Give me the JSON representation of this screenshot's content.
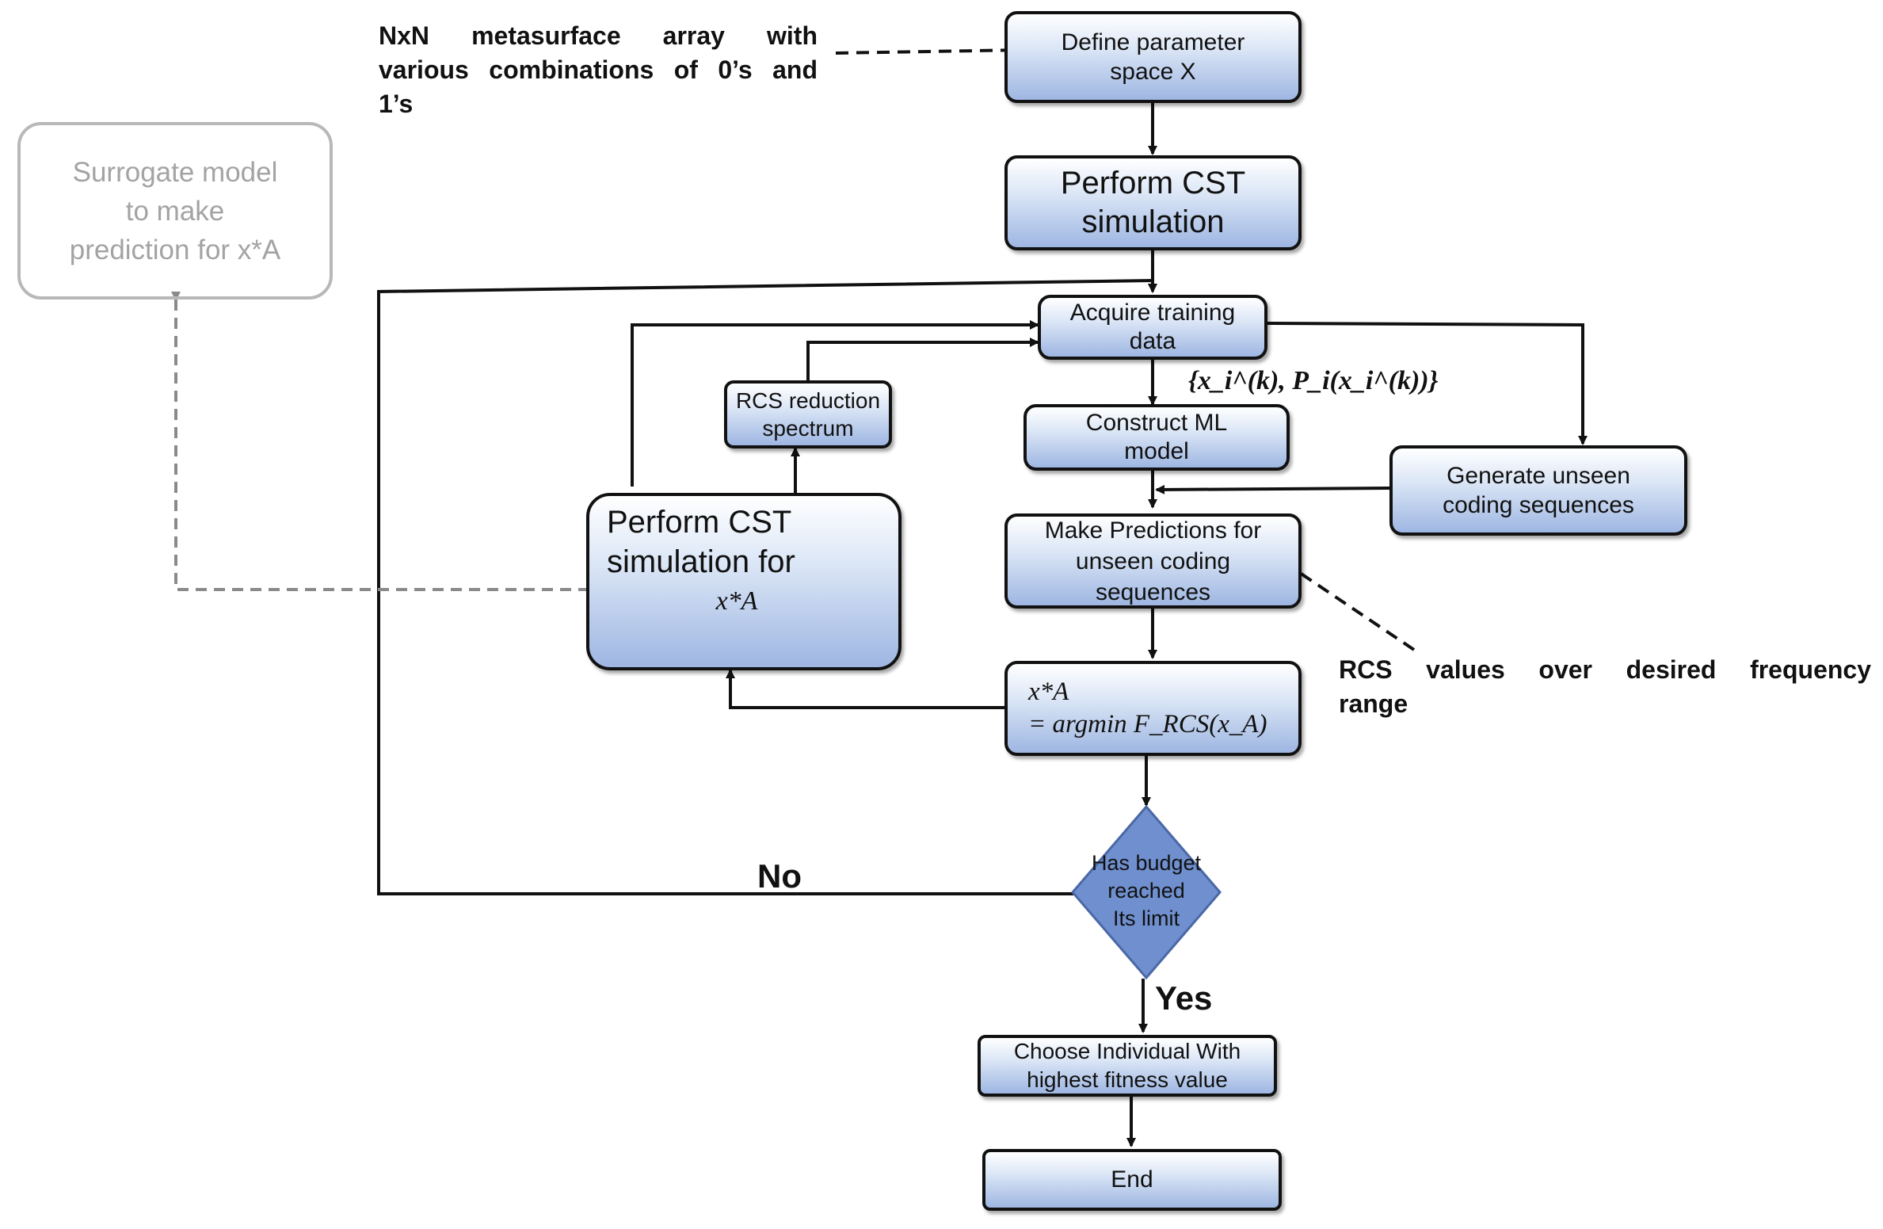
{
  "nodes": {
    "define_space": {
      "line1": "Define parameter",
      "line2": "space X"
    },
    "cst_top": {
      "line1": "Perform CST",
      "line2": "simulation"
    },
    "acquire": {
      "line1": "Acquire training",
      "line2": "data"
    },
    "construct_ml": {
      "line1": "Construct ML",
      "line2": "model"
    },
    "generate": {
      "line1": "Generate unseen",
      "line2": "coding sequences"
    },
    "predict": {
      "line1": "Make Predictions for",
      "line2": "unseen coding",
      "line3": "sequences"
    },
    "argmin": {
      "line1": "x*A",
      "line2": "= argmin F_RCS(x_A)"
    },
    "rcs_spectrum": {
      "line1": "RCS reduction",
      "line2": "spectrum"
    },
    "cst_for": {
      "line1": "Perform CST",
      "line2": "simulation for",
      "line3": "x*A"
    },
    "decision": {
      "line1": "Has budget",
      "line2": "reached",
      "line3": "Its limit"
    },
    "choose": {
      "line1": "Choose Individual With",
      "line2": "highest fitness value"
    },
    "end": {
      "label": "End"
    }
  },
  "surrogate": {
    "line1": "Surrogate model",
    "line2": "to make",
    "line3": "prediction for x*A"
  },
  "notes": {
    "metasurface": {
      "line1": "NxN metasurface array with",
      "line2": "various combinations of 0’s and",
      "line3": "1’s"
    },
    "rcs_values": {
      "line1": "RCS values over desired frequency",
      "line2": "range"
    }
  },
  "edge_labels": {
    "no": "No",
    "yes": "Yes"
  },
  "annotation": {
    "training_set": "{x_i^(k), P_i(x_i^(k))}"
  },
  "colors": {
    "node_top": "#ffffff",
    "node_bottom": "#9eb6e2",
    "diamond": "#6f8fcf",
    "ghost": "#b8b8b8",
    "line": "#111111"
  }
}
